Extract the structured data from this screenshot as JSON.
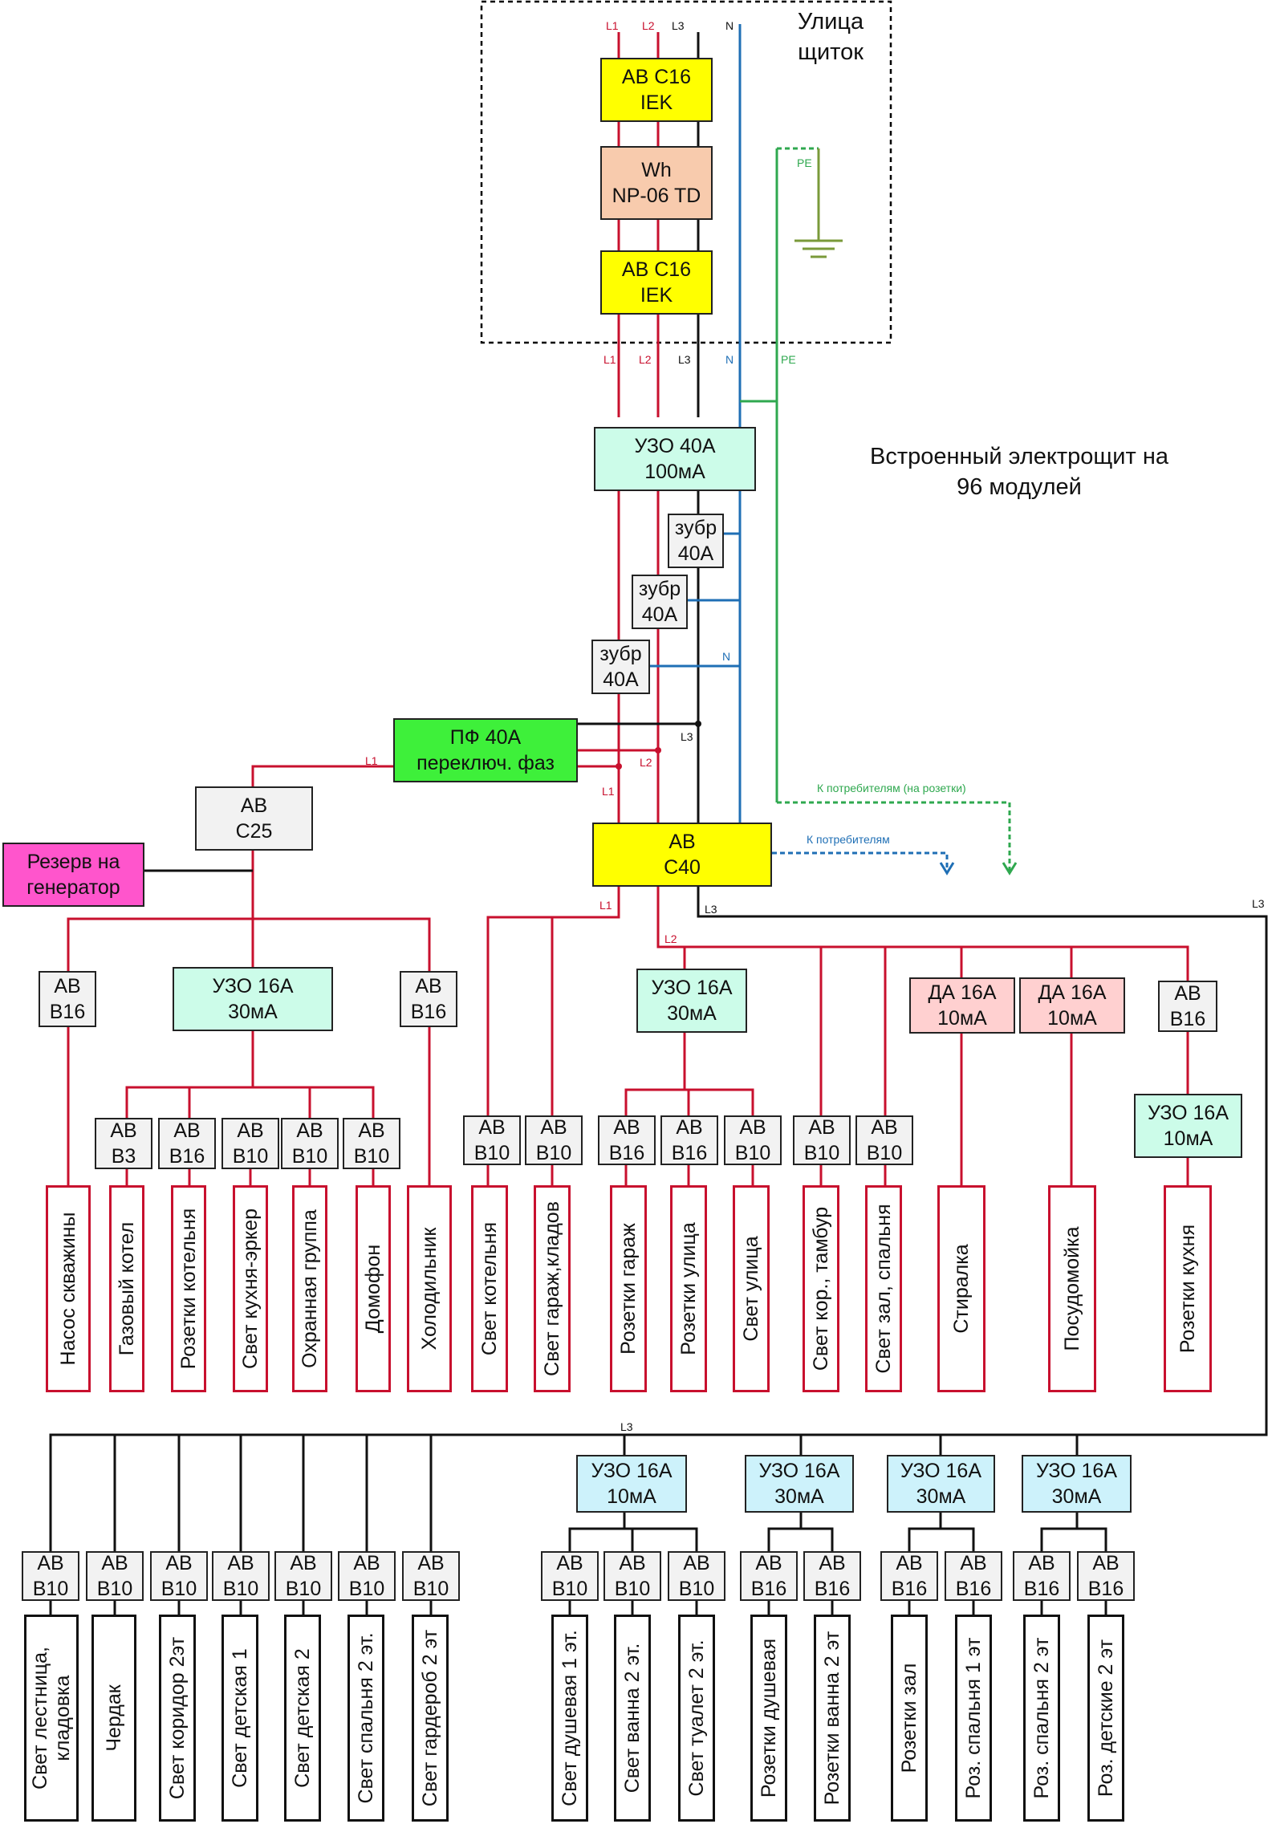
{
  "street_box": {
    "title_line1": "Улица",
    "title_line2": "щиток",
    "breaker_top": [
      "АВ С16",
      "IEK"
    ],
    "meter": [
      "Wh",
      "NP-06 TD"
    ],
    "breaker_bottom": [
      "АВ С16",
      "IEK"
    ]
  },
  "panel_caption": [
    "Встроенный электрощит на",
    "96 модулей"
  ],
  "wire_labels": {
    "top_L1": "L1",
    "top_L2": "L2",
    "top_L3": "L3",
    "top_N": "N",
    "out_L1": "L1",
    "out_L2": "L2",
    "out_L3": "L3",
    "out_N": "N",
    "out_PE": "PE",
    "pe_inside": "PE",
    "n_mid": "N",
    "pf_L3": "L3",
    "pf_L2": "L2",
    "pf_L1_out": "L1",
    "pf_L1_in": "L1",
    "c40_L1": "L1",
    "c40_L2": "L2",
    "c40_L3": "L3",
    "right_L3": "L3",
    "bottom_L3": "L3",
    "to_consumers_sockets": "К потребителям (на розетки)",
    "to_consumers": "К потребителям"
  },
  "main_uzo": [
    "УЗО 40А",
    "100мА"
  ],
  "relays": [
    [
      "зубр",
      "40А"
    ],
    [
      "зубр",
      "40А"
    ],
    [
      "зубр",
      "40А"
    ]
  ],
  "phase_switch": [
    "ПФ 40А",
    "переключ. фаз"
  ],
  "breaker_c25": [
    "АВ",
    "С25"
  ],
  "generator": [
    "Резерв на",
    "генератор"
  ],
  "breaker_c40": [
    "АВ",
    "С40"
  ],
  "group_L1": {
    "ab_b16_left": [
      "АВ",
      "В16"
    ],
    "uzo": [
      "УЗО 16А",
      "30мА"
    ],
    "ab_b16_right": [
      "АВ",
      "В16"
    ],
    "sub_breakers": [
      [
        "АВ",
        "В3"
      ],
      [
        "АВ",
        "В16"
      ],
      [
        "АВ",
        "В10"
      ],
      [
        "АВ",
        "В10"
      ],
      [
        "АВ",
        "В10"
      ]
    ],
    "consumers": [
      "Насос скважины",
      "Газовый котел",
      "Розетки котельня",
      "Свет кухня-эркер",
      "Охранная группа",
      "Домофон",
      "Холодильник"
    ]
  },
  "group_L1b": {
    "breakers": [
      [
        "АВ",
        "В10"
      ],
      [
        "АВ",
        "В10"
      ]
    ],
    "consumers": [
      "Свет котельня",
      "Свет гараж,кладов"
    ]
  },
  "group_L2": {
    "uzo": [
      "УЗО 16А",
      "30мА"
    ],
    "uzo_breakers": [
      [
        "АВ",
        "В16"
      ],
      [
        "АВ",
        "В16"
      ],
      [
        "АВ",
        "В10"
      ]
    ],
    "uzo_consumers": [
      "Розетки гараж",
      "Розетки улица",
      "Свет улица"
    ],
    "breakers": [
      [
        "АВ",
        "В10"
      ],
      [
        "АВ",
        "В10"
      ]
    ],
    "consumers": [
      "Свет кор., тамбур",
      "Свет зал, спальня"
    ],
    "da1": [
      "ДА 16А",
      "10мА"
    ],
    "da2": [
      "ДА 16А",
      "10мА"
    ],
    "ab_b16": [
      "АВ",
      "В16"
    ],
    "uzo_10": [
      "УЗО 16А",
      "10мА"
    ],
    "da_consumers": [
      "Стиралка",
      "Посудомойка",
      "Розетки кухня"
    ]
  },
  "group_L3": {
    "breakers": [
      [
        "АВ",
        "В10"
      ],
      [
        "АВ",
        "В10"
      ],
      [
        "АВ",
        "В10"
      ],
      [
        "АВ",
        "В10"
      ],
      [
        "АВ",
        "В10"
      ],
      [
        "АВ",
        "В10"
      ],
      [
        "АВ",
        "В10"
      ]
    ],
    "consumers": [
      [
        "Свет лестница,",
        "кладовка"
      ],
      [
        "Чердак"
      ],
      [
        "Свет коридор 2эт"
      ],
      [
        "Свет детская 1"
      ],
      [
        "Свет детская 2"
      ],
      [
        "Свет спальня 2 эт."
      ],
      [
        "Свет гардероб 2 эт"
      ]
    ],
    "uzos": [
      [
        "УЗО 16А",
        "10мА"
      ],
      [
        "УЗО 16А",
        "30мА"
      ],
      [
        "УЗО 16А",
        "30мА"
      ],
      [
        "УЗО 16А",
        "30мА"
      ]
    ],
    "uzo_breakers": [
      [
        "АВ",
        "В10"
      ],
      [
        "АВ",
        "В10"
      ],
      [
        "АВ",
        "В10"
      ],
      [
        "АВ",
        "В16"
      ],
      [
        "АВ",
        "В16"
      ],
      [
        "АВ",
        "В16"
      ],
      [
        "АВ",
        "В16"
      ],
      [
        "АВ",
        "В16"
      ],
      [
        "АВ",
        "В16"
      ]
    ],
    "uzo_consumers": [
      "Свет душевая 1 эт.",
      "Свет ванна 2 эт.",
      "Свет туалет 2 эт.",
      "Розетки душевая",
      "Розетки ванна 2 эт",
      "Розетки зал",
      "Роз. спальня 1 эт",
      "Роз. спальня 2 эт",
      "Роз. детские 2 эт"
    ]
  }
}
